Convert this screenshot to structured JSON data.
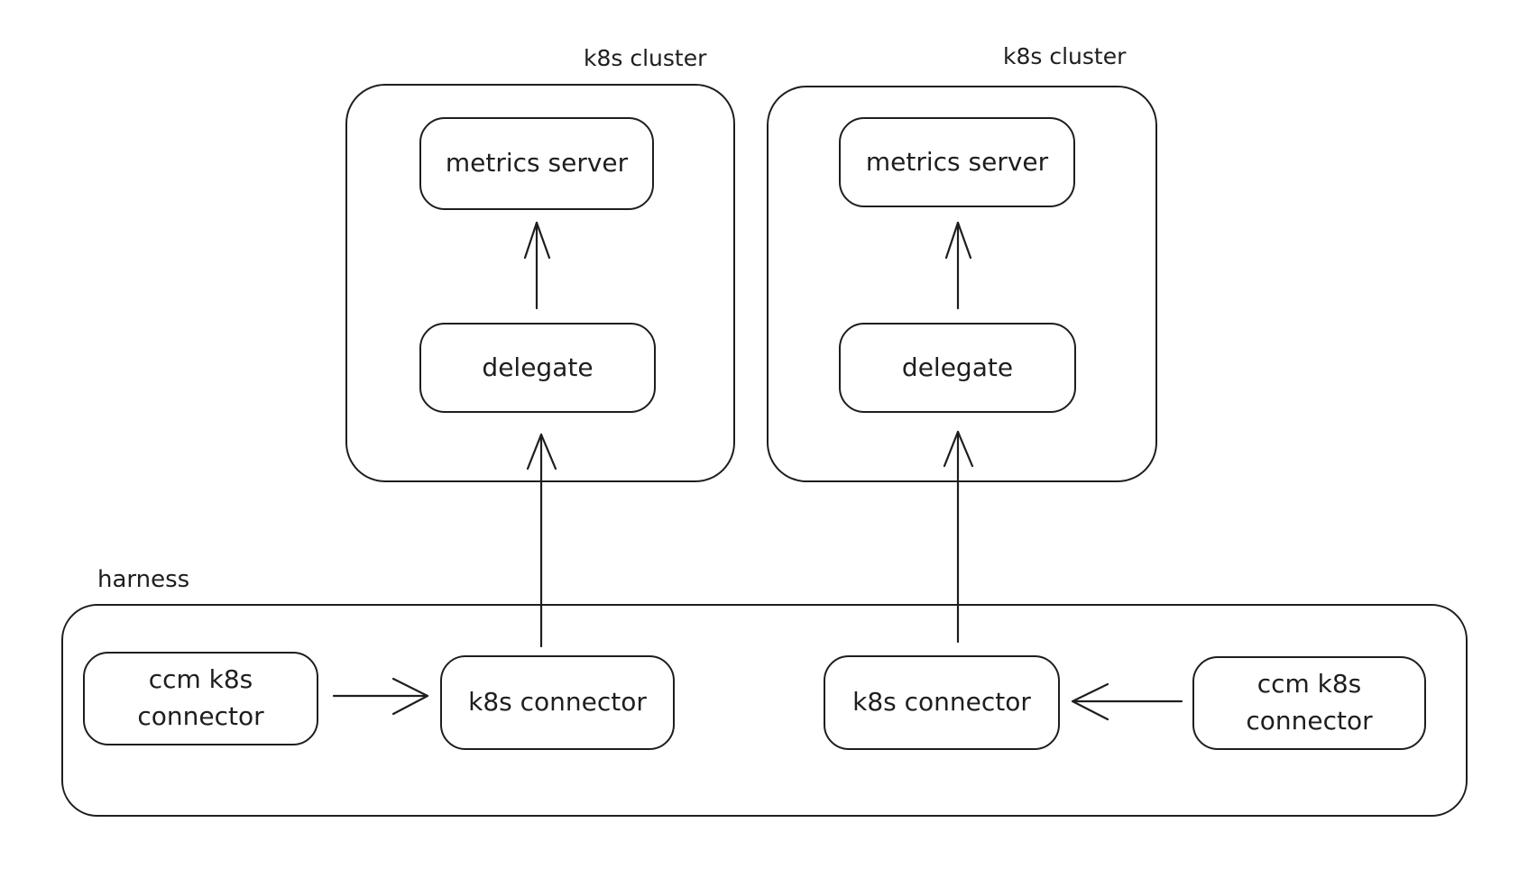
{
  "canvas": {
    "background": "#ffffff",
    "stroke_color": "#1e1e1e"
  },
  "clusters": [
    {
      "label": "k8s cluster",
      "metrics_server": "metrics server",
      "delegate": "delegate"
    },
    {
      "label": "k8s cluster",
      "metrics_server": "metrics server",
      "delegate": "delegate"
    }
  ],
  "harness": {
    "label": "harness",
    "connectors": [
      {
        "label": "ccm k8s\nconnector"
      },
      {
        "label": "k8s connector"
      },
      {
        "label": "k8s connector"
      },
      {
        "label": "ccm k8s\nconnector"
      }
    ]
  },
  "edges": [
    {
      "from": "delegate",
      "to": "metrics server",
      "cluster": 1
    },
    {
      "from": "delegate",
      "to": "metrics server",
      "cluster": 2
    },
    {
      "from": "k8s connector (left)",
      "to": "delegate",
      "cluster": 1
    },
    {
      "from": "k8s connector (right)",
      "to": "delegate",
      "cluster": 2
    },
    {
      "from": "ccm k8s connector (left)",
      "to": "k8s connector (left)"
    },
    {
      "from": "ccm k8s connector (right)",
      "to": "k8s connector (right)"
    }
  ]
}
